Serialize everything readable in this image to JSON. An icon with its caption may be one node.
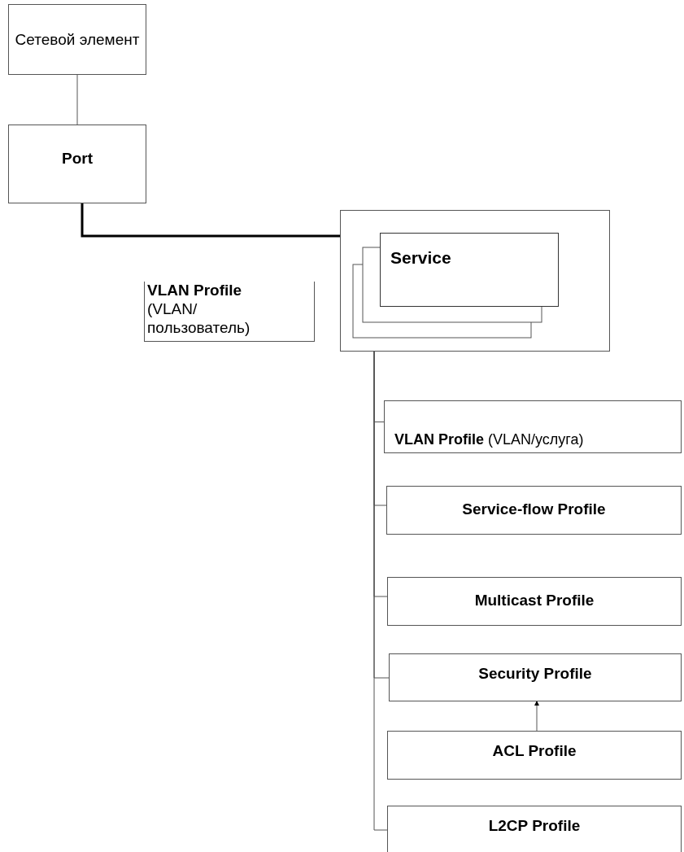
{
  "diagram": {
    "nodes": [
      {
        "text": [
          "Сетевой элемент"
        ]
      },
      {
        "text": [
          "Port"
        ]
      },
      {
        "text": [],
        "shape": "box"
      },
      {
        "text": [
          "Service"
        ],
        "in": 2
      },
      {
        "text": [
          "**VLAN Profile** (VLAN/ пользователь)"
        ]
      },
      {
        "text": [
          "**VLAN Profile** (VLAN/услуга)"
        ]
      },
      {
        "text": [
          "Service-flow Profile"
        ]
      },
      {
        "text": [
          "Multicast Profile"
        ]
      },
      {
        "text": [
          "Security Profile"
        ]
      },
      {
        "text": [
          "ACL Profile"
        ]
      },
      {
        "text": [
          "L2CP Profile"
        ]
      }
    ],
    "edges": [
      {
        "from": 0,
        "to": 1,
        "arrow": "none"
      },
      {
        "from": 1,
        "to": 2,
        "arrow": "none",
        "style": "thick",
        "color": "#000000"
      },
      {
        "from": 2,
        "to": 5,
        "arrow": "none"
      },
      {
        "from": 2,
        "to": 6,
        "arrow": "none"
      },
      {
        "from": 2,
        "to": 7,
        "arrow": "none"
      },
      {
        "from": 2,
        "to": 8,
        "arrow": "none"
      },
      {
        "from": 2,
        "to": 10,
        "arrow": "none"
      },
      {
        "from": 9,
        "to": 8,
        "arrow": "to"
      }
    ]
  }
}
